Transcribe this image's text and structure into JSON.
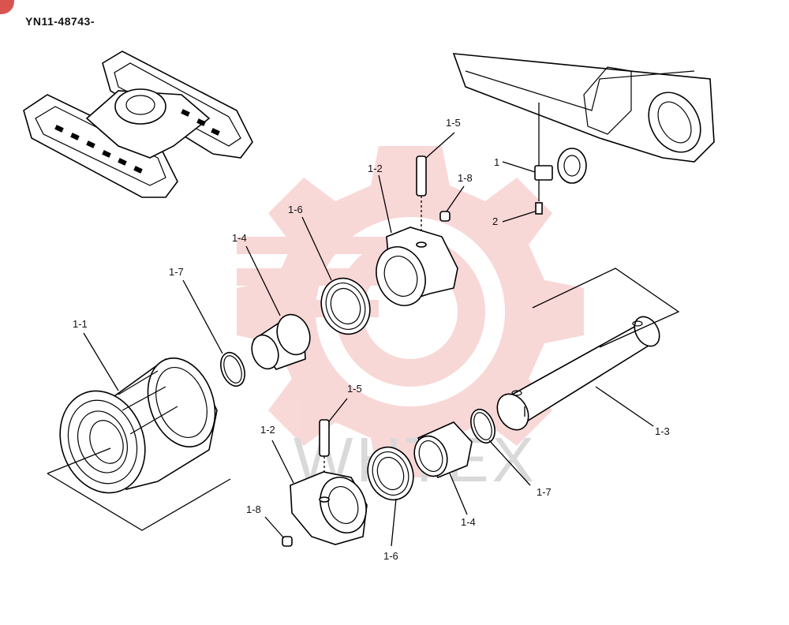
{
  "document": {
    "code": "YN11-48743-",
    "watermark": "WHTEX",
    "colors": {
      "watermark": "#f4b8b8",
      "badge": "#d9534f",
      "ink": "#000000"
    }
  },
  "labels": {
    "l1": "1",
    "l2": "2",
    "l1_1": "1-1",
    "l1_2a": "1-2",
    "l1_2b": "1-2",
    "l1_3": "1-3",
    "l1_4a": "1-4",
    "l1_4b": "1-4",
    "l1_5a": "1-5",
    "l1_5b": "1-5",
    "l1_6a": "1-6",
    "l1_6b": "1-6",
    "l1_7a": "1-7",
    "l1_7b": "1-7",
    "l1_8a": "1-8",
    "l1_8b": "1-8"
  }
}
